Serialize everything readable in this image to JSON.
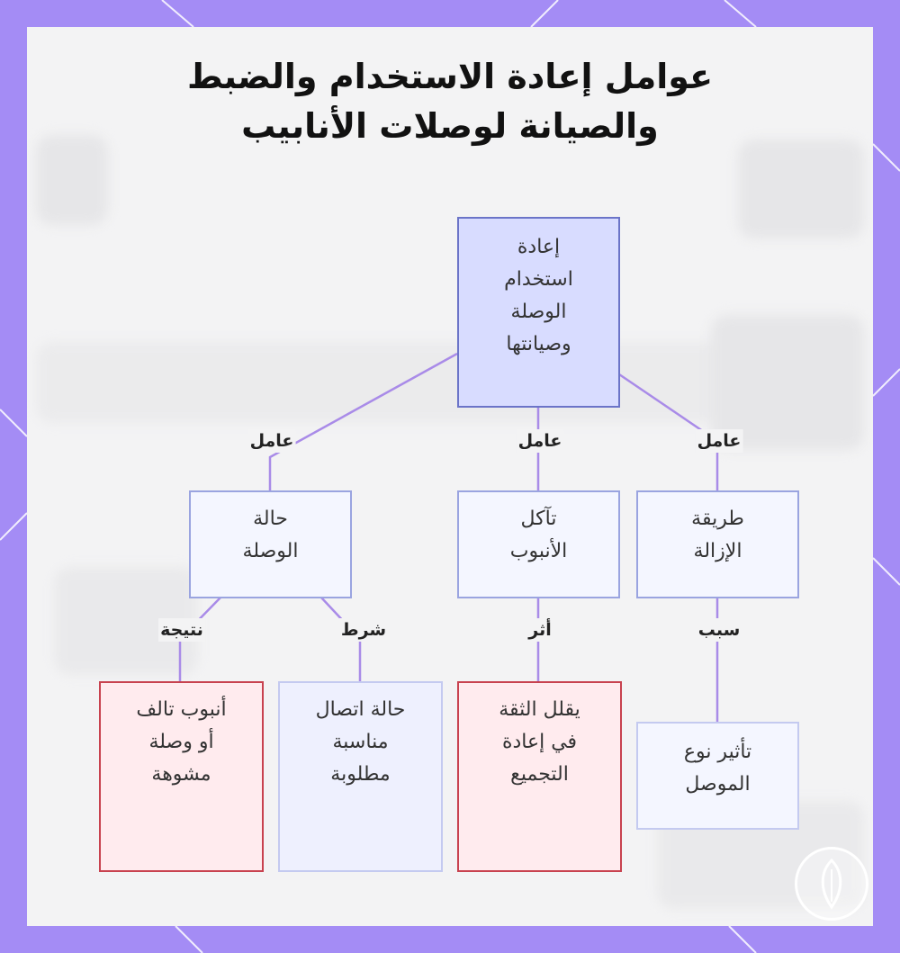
{
  "title": {
    "line1": "عوامل إعادة الاستخدام والضبط",
    "line2": "والصيانة لوصلات الأنابيب"
  },
  "nodes": {
    "root": {
      "lines": [
        "إعادة",
        "استخدام",
        "الوصلة",
        "وصيانتها"
      ]
    },
    "joint_condition": {
      "lines": [
        "حالة",
        "الوصلة"
      ]
    },
    "pipe_corrosion": {
      "lines": [
        "تآكل",
        "الأنبوب"
      ]
    },
    "removal_method": {
      "lines": [
        "طريقة",
        "الإزالة"
      ]
    },
    "damaged_pipe": {
      "lines": [
        "أنبوب تالف",
        "أو وصلة",
        "مشوهة"
      ]
    },
    "proper_connection": {
      "lines": [
        "حالة اتصال",
        "مناسبة",
        "مطلوبة"
      ]
    },
    "reduces_confidence": {
      "lines": [
        "يقلل الثقة",
        "في إعادة",
        "التجميع"
      ]
    },
    "connector_type": {
      "lines": [
        "تأثير نوع",
        "الموصل"
      ]
    }
  },
  "edge_labels": {
    "factor_left": "عامل",
    "factor_center": "عامل",
    "factor_right": "عامل",
    "result": "نتيجة",
    "condition": "شرط",
    "effect": "أثر",
    "cause": "سبب"
  },
  "colors": {
    "frame": "#a48cf5",
    "edge": "#a98be8",
    "root_fill": "#d8dcff",
    "root_border": "#6b74c8",
    "red_border": "#c8424f",
    "red_fill": "#ffebee"
  },
  "logo_icon": "shield-leaf-icon"
}
